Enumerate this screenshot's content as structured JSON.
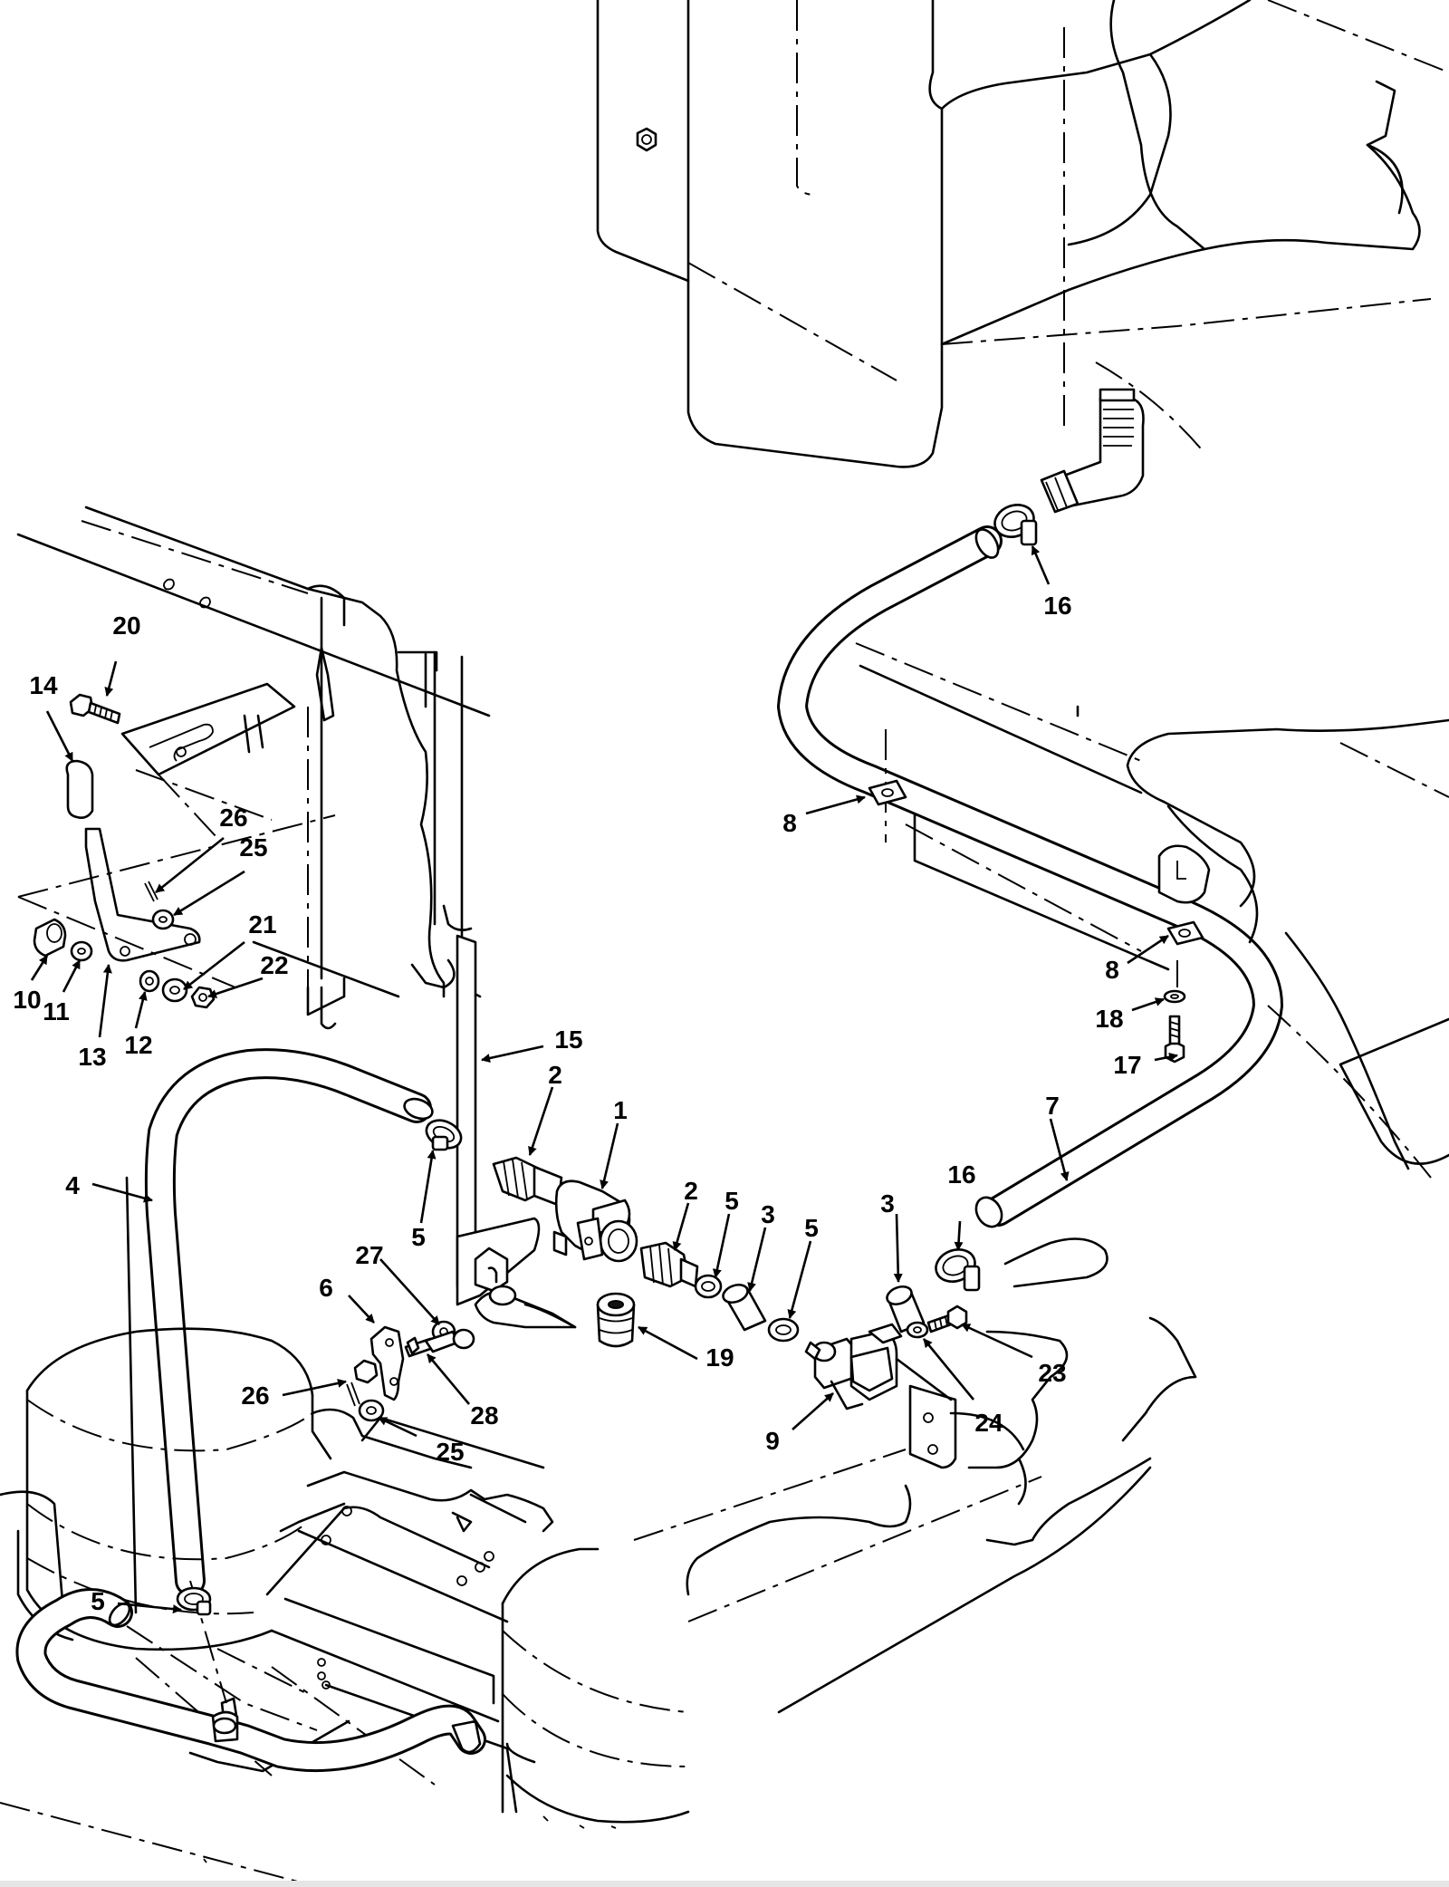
{
  "callouts": [
    {
      "id": "c1",
      "text": "1"
    },
    {
      "id": "c2a",
      "text": "2"
    },
    {
      "id": "c2b",
      "text": "2"
    },
    {
      "id": "c3a",
      "text": "3"
    },
    {
      "id": "c3b",
      "text": "3"
    },
    {
      "id": "c4",
      "text": "4"
    },
    {
      "id": "c5a",
      "text": "5"
    },
    {
      "id": "c5b",
      "text": "5"
    },
    {
      "id": "c5c",
      "text": "5"
    },
    {
      "id": "c5d",
      "text": "5"
    },
    {
      "id": "c6",
      "text": "6"
    },
    {
      "id": "c7",
      "text": "7"
    },
    {
      "id": "c8a",
      "text": "8"
    },
    {
      "id": "c8b",
      "text": "8"
    },
    {
      "id": "c9",
      "text": "9"
    },
    {
      "id": "c10",
      "text": "10"
    },
    {
      "id": "c11",
      "text": "11"
    },
    {
      "id": "c12",
      "text": "12"
    },
    {
      "id": "c13",
      "text": "13"
    },
    {
      "id": "c14",
      "text": "14"
    },
    {
      "id": "c15",
      "text": "15"
    },
    {
      "id": "c16a",
      "text": "16"
    },
    {
      "id": "c16b",
      "text": "16"
    },
    {
      "id": "c17",
      "text": "17"
    },
    {
      "id": "c18",
      "text": "18"
    },
    {
      "id": "c19",
      "text": "19"
    },
    {
      "id": "c20",
      "text": "20"
    },
    {
      "id": "c21",
      "text": "21"
    },
    {
      "id": "c22",
      "text": "22"
    },
    {
      "id": "c23",
      "text": "23"
    },
    {
      "id": "c24",
      "text": "24"
    },
    {
      "id": "c25a",
      "text": "25"
    },
    {
      "id": "c25b",
      "text": "25"
    },
    {
      "id": "c26a",
      "text": "26"
    },
    {
      "id": "c26b",
      "text": "26"
    },
    {
      "id": "c27",
      "text": "27"
    },
    {
      "id": "c28",
      "text": "28"
    }
  ]
}
